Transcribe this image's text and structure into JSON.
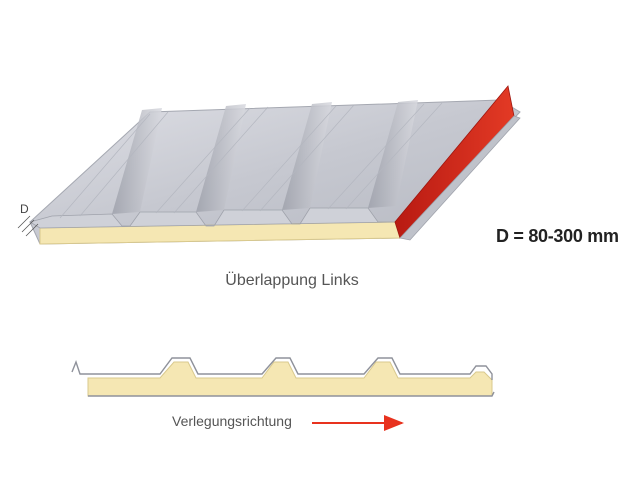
{
  "labels": {
    "thickness_symbol": "D",
    "thickness_range": "D = 80-300 mm",
    "overlap_caption": "Überlappung Links",
    "laying_direction": "Verlegungsrichtung"
  },
  "colors": {
    "panel_metal": "#c7c9d0",
    "panel_highlight": "#e6e7ec",
    "panel_shadow": "#a9acb5",
    "insulation_core": "#f5e7b3",
    "insulation_edge": "#d9c98d",
    "edge_seal": "#d9261c",
    "arrow": "#e8321e"
  }
}
